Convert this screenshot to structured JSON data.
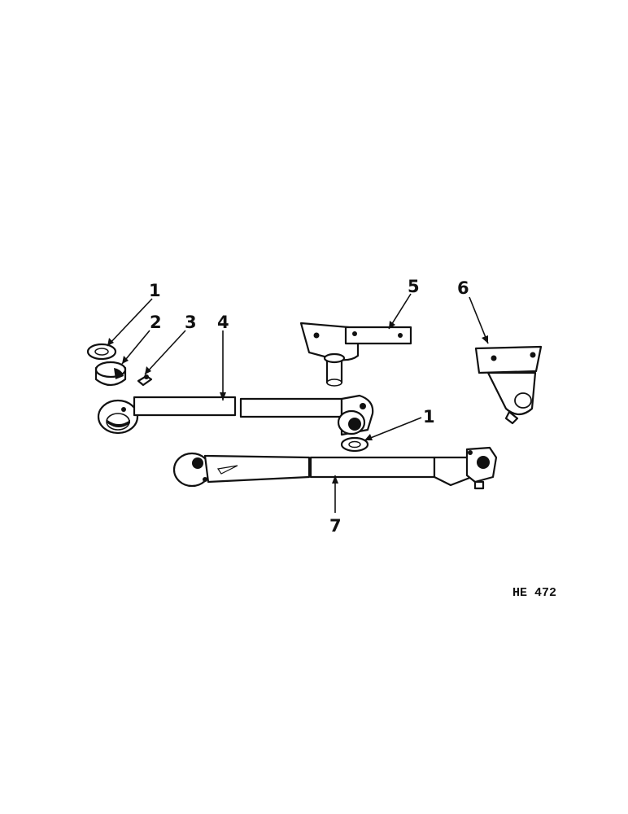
{
  "callouts": {
    "c1a": "1",
    "c2": "2",
    "c3": "3",
    "c4": "4",
    "c5": "5",
    "c6": "6",
    "c1b": "1",
    "c7": "7"
  },
  "figure_id": "HE 472",
  "colors": {
    "ink": "#111111",
    "paper": "#ffffff"
  }
}
